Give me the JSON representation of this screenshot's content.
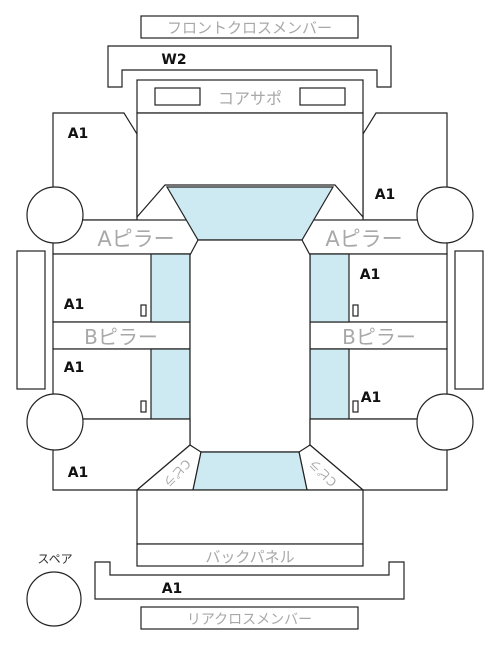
{
  "labels": {
    "front_cross_member": "フロントクロスメンバー",
    "w2": "W2",
    "core_support": "コアサポ",
    "a_pillar": "Aピラー",
    "b_pillar": "Bピラー",
    "a1": "A1",
    "c_pillar": "Cピラ",
    "back_panel": "バックパネル",
    "spare": "スペア",
    "rear_cross_member": "リアクロスメンバー"
  },
  "colors": {
    "glass": "#cde9f1",
    "line": "#222222",
    "label_grey": "#a8a8a8",
    "label_dark": "#111111"
  }
}
